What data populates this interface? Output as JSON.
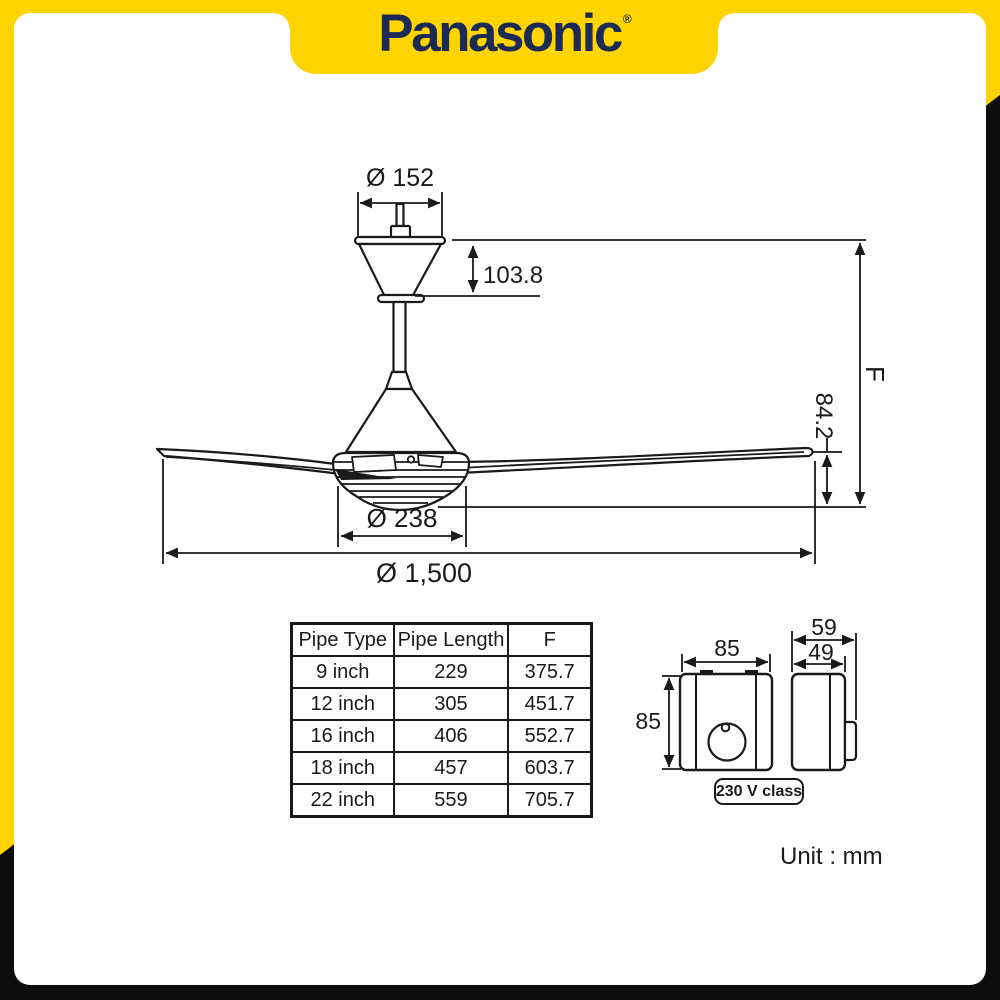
{
  "brand": {
    "wordmark": "Panasonic",
    "registered": "®"
  },
  "fan_drawing": {
    "canopy_diameter": "Ø 152",
    "canopy_drop": "103.8",
    "motor_diameter": "Ø 238",
    "sweep_diameter": "Ø 1,500",
    "blade_to_bottom": "84.2",
    "total_drop": "F"
  },
  "regulator_drawing": {
    "front_width": "85",
    "front_height": "85",
    "depth_outer": "59",
    "depth_inner": "49",
    "voltage_class": "230 V class"
  },
  "pipe_table": {
    "headers": [
      "Pipe Type",
      "Pipe Length",
      "F"
    ],
    "rows": [
      [
        "9 inch",
        "229",
        "375.7"
      ],
      [
        "12 inch",
        "305",
        "451.7"
      ],
      [
        "16 inch",
        "406",
        "552.7"
      ],
      [
        "18 inch",
        "457",
        "603.7"
      ],
      [
        "22 inch",
        "559",
        "705.7"
      ]
    ]
  },
  "footer": {
    "unit_label": "Unit : mm"
  },
  "colors": {
    "brand_yellow": "#FFD400",
    "frame_black": "#0D0D0D",
    "logo_navy": "#1C2B56",
    "line_black": "#1A1A1A",
    "paper_white": "#FFFFFF"
  }
}
